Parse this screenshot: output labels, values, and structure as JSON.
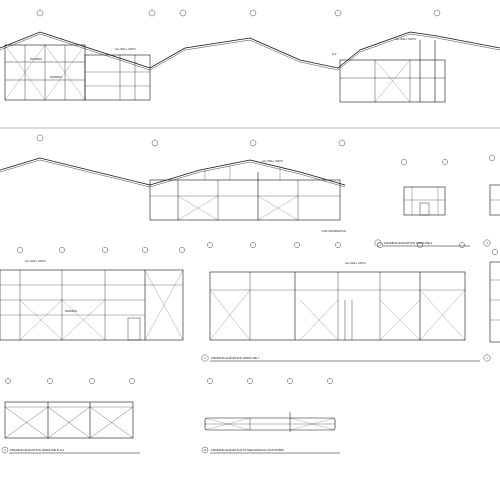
{
  "sheet": {
    "elevations": [
      {
        "id": "e1",
        "number": "1",
        "title": "FRAMING ELEVATION GRIDLINE 1"
      },
      {
        "id": "e4",
        "number": "4",
        "title": ""
      },
      {
        "id": "e6",
        "number": "6",
        "title": "FRAMING ELEVATION GRIDLINE 7"
      },
      {
        "id": "e7",
        "number": "7",
        "title": ""
      },
      {
        "id": "e9",
        "number": "9",
        "title": "FRAMING ELEVATION GRIDLINE B & A"
      },
      {
        "id": "e10",
        "number": "10",
        "title": "FRAMING ELEVATION AT MECHANICAL PLATFORM"
      }
    ],
    "notes": {
      "wall_note": "ALL WALL UNITS",
      "height_mark": "8'-1\"",
      "bottom_note": "FOR INFORMATION"
    },
    "panel_label": "FRAMING"
  }
}
